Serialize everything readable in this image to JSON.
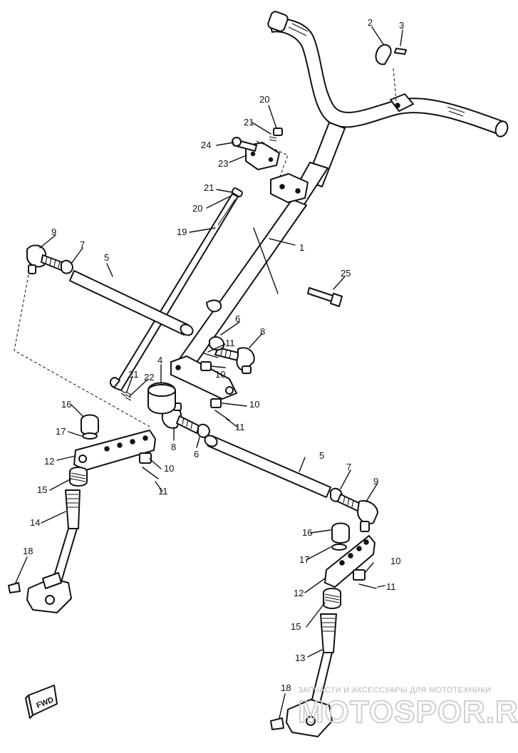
{
  "callouts": [
    "1",
    "2",
    "3",
    "4",
    "5",
    "5",
    "6",
    "6",
    "7",
    "7",
    "8",
    "8",
    "9",
    "9",
    "10",
    "10",
    "10",
    "10",
    "11",
    "11",
    "11",
    "11",
    "12",
    "12",
    "13",
    "14",
    "15",
    "15",
    "16",
    "16",
    "17",
    "17",
    "18",
    "18",
    "19",
    "20",
    "20",
    "21",
    "21",
    "21",
    "22",
    "23",
    "24",
    "25"
  ],
  "fwd_marker": {
    "label": "FWD"
  },
  "watermark": {
    "tagline": "ЗАПЧАСТИ И АКСЕССУАРЫ ДЛЯ МОТОТЕХНИКИ",
    "brand": "MOTOSPOR.RU"
  }
}
